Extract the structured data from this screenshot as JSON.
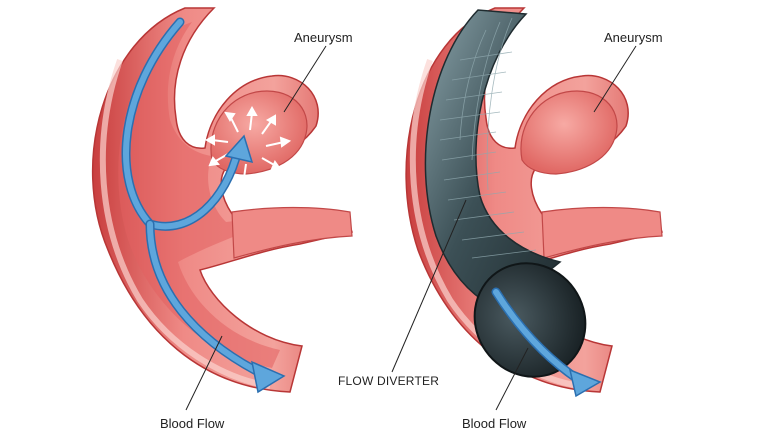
{
  "labels": {
    "left_aneurysm": "Aneurysm",
    "left_blood_flow": "Blood Flow",
    "right_aneurysm": "Aneurysm",
    "right_blood_flow": "Blood Flow",
    "flow_diverter": "FLOW DIVERTER"
  },
  "colors": {
    "vessel_outer": "#d94b4b",
    "vessel_mid": "#ee7f7f",
    "vessel_light": "#f7b1ac",
    "vessel_highlight": "#fbd3cf",
    "vessel_dark": "#b83636",
    "lumen": "#e26060",
    "flow_arrow": "#5ea6dc",
    "flow_arrow_edge": "#2b6fb0",
    "stent": "#2e3e44",
    "stent_mesh": "#6f8a92",
    "leader_line": "#222222"
  },
  "icons": [
    "pressure-arrow-icon"
  ]
}
